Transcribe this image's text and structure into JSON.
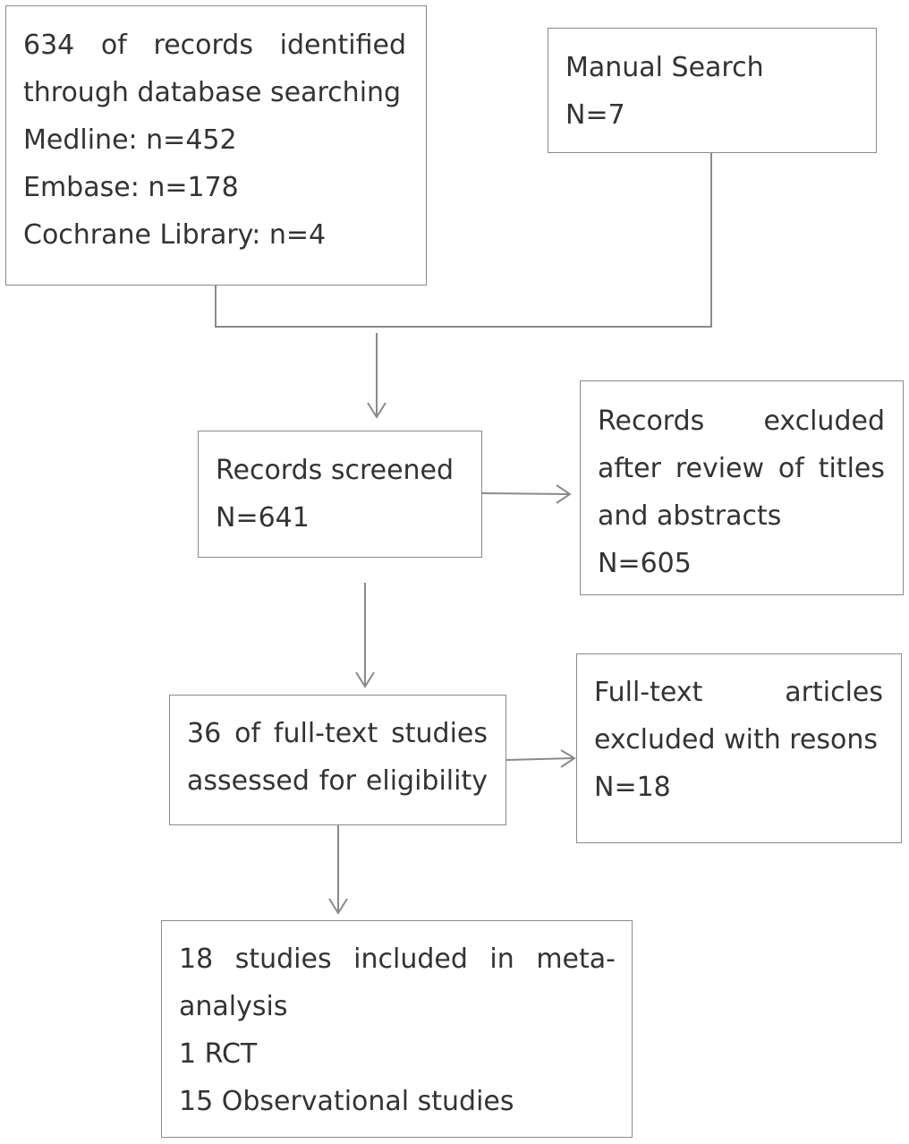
{
  "diagram": {
    "line_color": "#8a8a8a",
    "text_color": "#333333",
    "identification": {
      "lines": [
        "634 of records identified",
        "through database searching",
        "Medline: n=452",
        "Embase: n=178",
        "Cochrane Library: n=4"
      ]
    },
    "manual_search": {
      "lines": [
        "Manual Search",
        "N=7"
      ]
    },
    "screened": {
      "lines": [
        "Records screened",
        "N=641"
      ]
    },
    "excluded_titles": {
      "lines": [
        "Records excluded",
        "after review of titles",
        "and abstracts",
        "N=605"
      ]
    },
    "full_text": {
      "lines": [
        "36 of full-text studies",
        "assessed for eligibility"
      ]
    },
    "full_text_excluded": {
      "lines": [
        "Full-text articles",
        "excluded with resons",
        "N=18"
      ]
    },
    "included": {
      "lines": [
        "18 studies included in meta-",
        "analysis",
        "1 RCT",
        "15 Observational studies"
      ]
    }
  }
}
